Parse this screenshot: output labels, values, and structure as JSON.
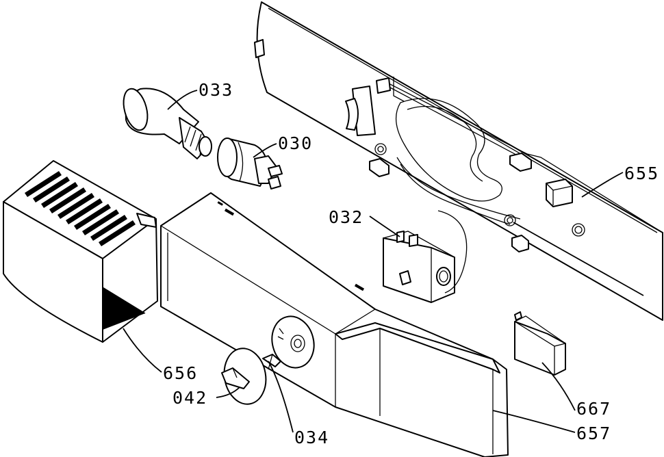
{
  "labels": {
    "p033": "033",
    "p030": "030",
    "p655": "655",
    "p032": "032",
    "p656": "656",
    "p042": "042",
    "p034": "034",
    "p667": "667",
    "p657": "657"
  }
}
